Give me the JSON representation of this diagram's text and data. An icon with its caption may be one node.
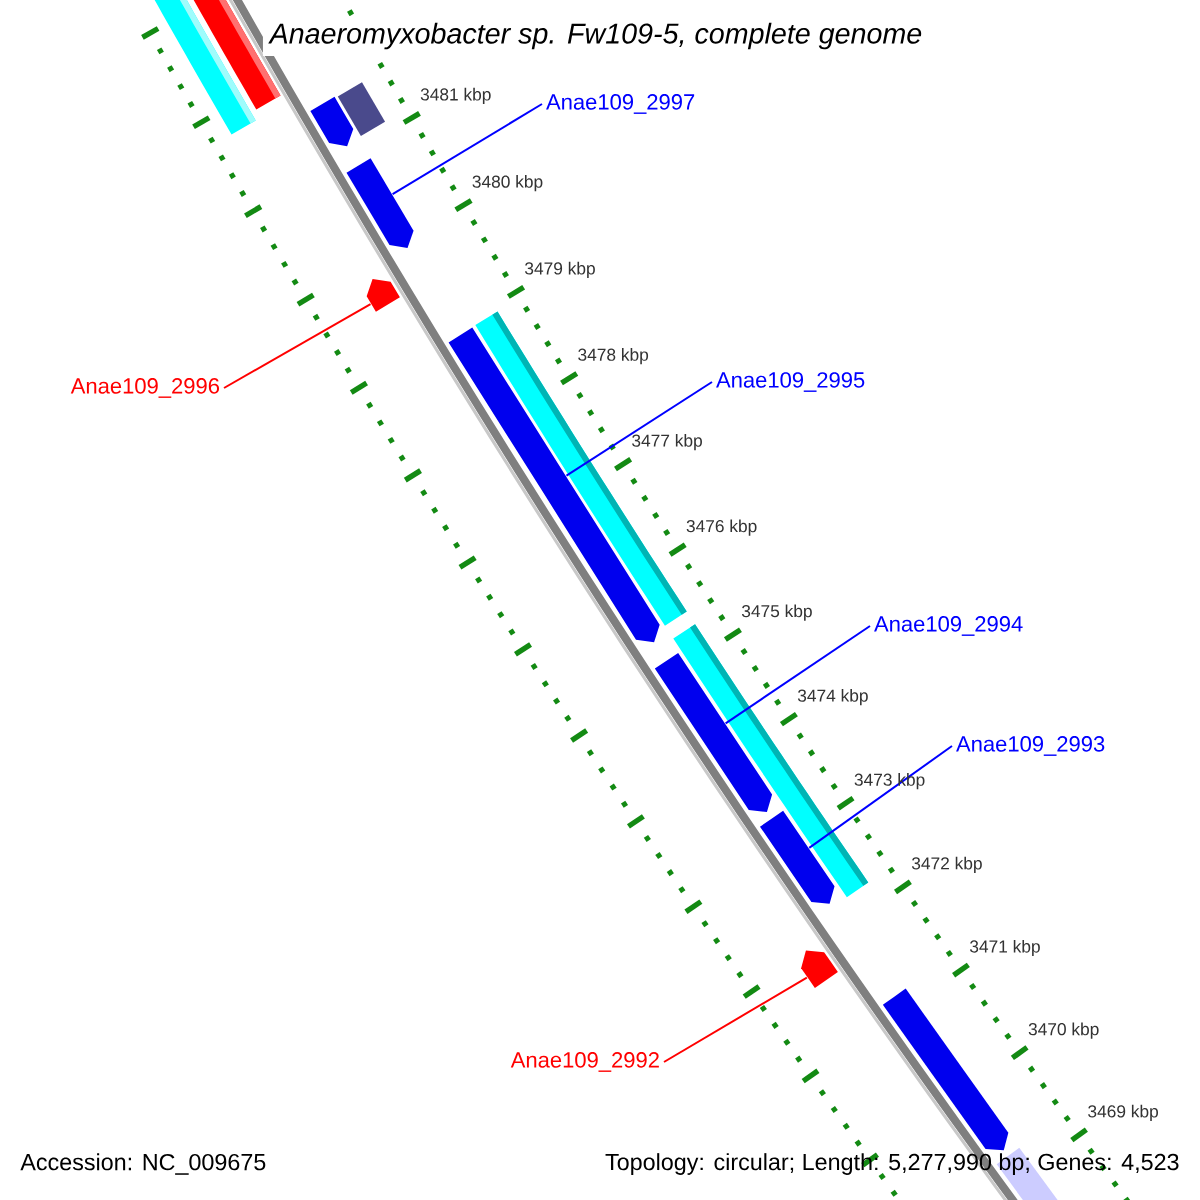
{
  "diagram": {
    "title": "Anaeromyxobacter sp. Fw109-5, complete genome",
    "nodes": [
      {
        "text": [
          "Anae109_2997"
        ]
      },
      {
        "text": [
          "Anae109_2995"
        ]
      },
      {
        "text": [
          "Anae109_2996"
        ]
      },
      {
        "text": [
          "Anae109_2994"
        ]
      },
      {
        "text": [
          "Anae109_2993"
        ]
      },
      {
        "text": [
          "Anae109_2992"
        ]
      },
      {
        "text": [],
        "shape": "bar"
      },
      {
        "text": [],
        "shape": "box"
      },
      {
        "text": [],
        "shape": "bar"
      },
      {
        "text": [],
        "shape": "bar"
      },
      {
        "text": [],
        "shape": "bar"
      },
      {
        "text": [],
        "shape": "bar"
      },
      {
        "text": [],
        "shape": "bar"
      },
      {
        "text": [],
        "shape": "bar"
      },
      {
        "text": [],
        "shape": "bar"
      },
      {
        "text": [],
        "shape": "bar"
      }
    ],
    "edges": [
      {
        "from": 0,
        "to": 8,
        "arrow": "none"
      },
      {
        "from": 1,
        "to": 10,
        "arrow": "none"
      },
      {
        "from": 2,
        "to": 9,
        "arrow": "none",
        "color": "#ff0000"
      },
      {
        "from": 3,
        "to": 11,
        "arrow": "none"
      },
      {
        "from": 4,
        "to": 12,
        "arrow": "none"
      },
      {
        "from": 5,
        "to": 13,
        "arrow": "none",
        "color": "#ff0000"
      }
    ],
    "labels": [
      "3481 kbp",
      "3480 kbp",
      "3479 kbp",
      "3478 kbp",
      "3477 kbp",
      "3476 kbp",
      "3475 kbp",
      "3474 kbp",
      "3473 kbp",
      "3472 kbp",
      "3471 kbp",
      "3470 kbp",
      "3469 kbp",
      "Accession: NC_009675",
      "Topology: circular; Length: 5,277,990 bp; Genes: 4,523"
    ]
  }
}
